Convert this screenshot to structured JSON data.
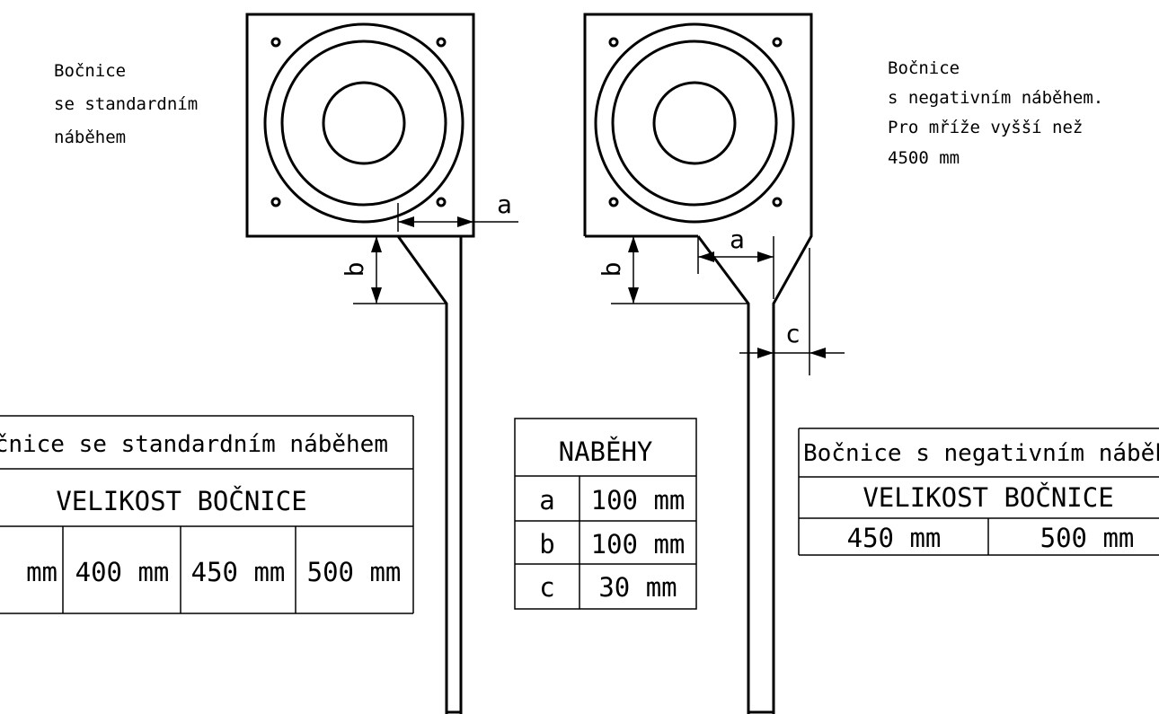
{
  "notes": {
    "left": [
      "Bočnice",
      "se standardním",
      "náběhem"
    ],
    "right": [
      "Bočnice",
      "s negativním náběhem.",
      "Pro mříže vyšší než",
      "4500 mm"
    ]
  },
  "dims": {
    "a": "a",
    "b": "b",
    "c": "c"
  },
  "table_standard": {
    "title": "Bočnice se standardním náběhem",
    "header": "VELIKOST BOČNICE",
    "sizes": [
      "mm",
      "400 mm",
      "450 mm",
      "500 mm"
    ]
  },
  "table_nabehy": {
    "title": "NABĚHY",
    "rows": [
      {
        "key": "a",
        "value": "100 mm"
      },
      {
        "key": "b",
        "value": "100 mm"
      },
      {
        "key": "c",
        "value": "30 mm"
      }
    ]
  },
  "table_negative": {
    "title": "Bočnice s negativním náběhem",
    "header": "VELIKOST BOČNICE",
    "sizes": [
      "450 mm",
      "500 mm"
    ]
  }
}
